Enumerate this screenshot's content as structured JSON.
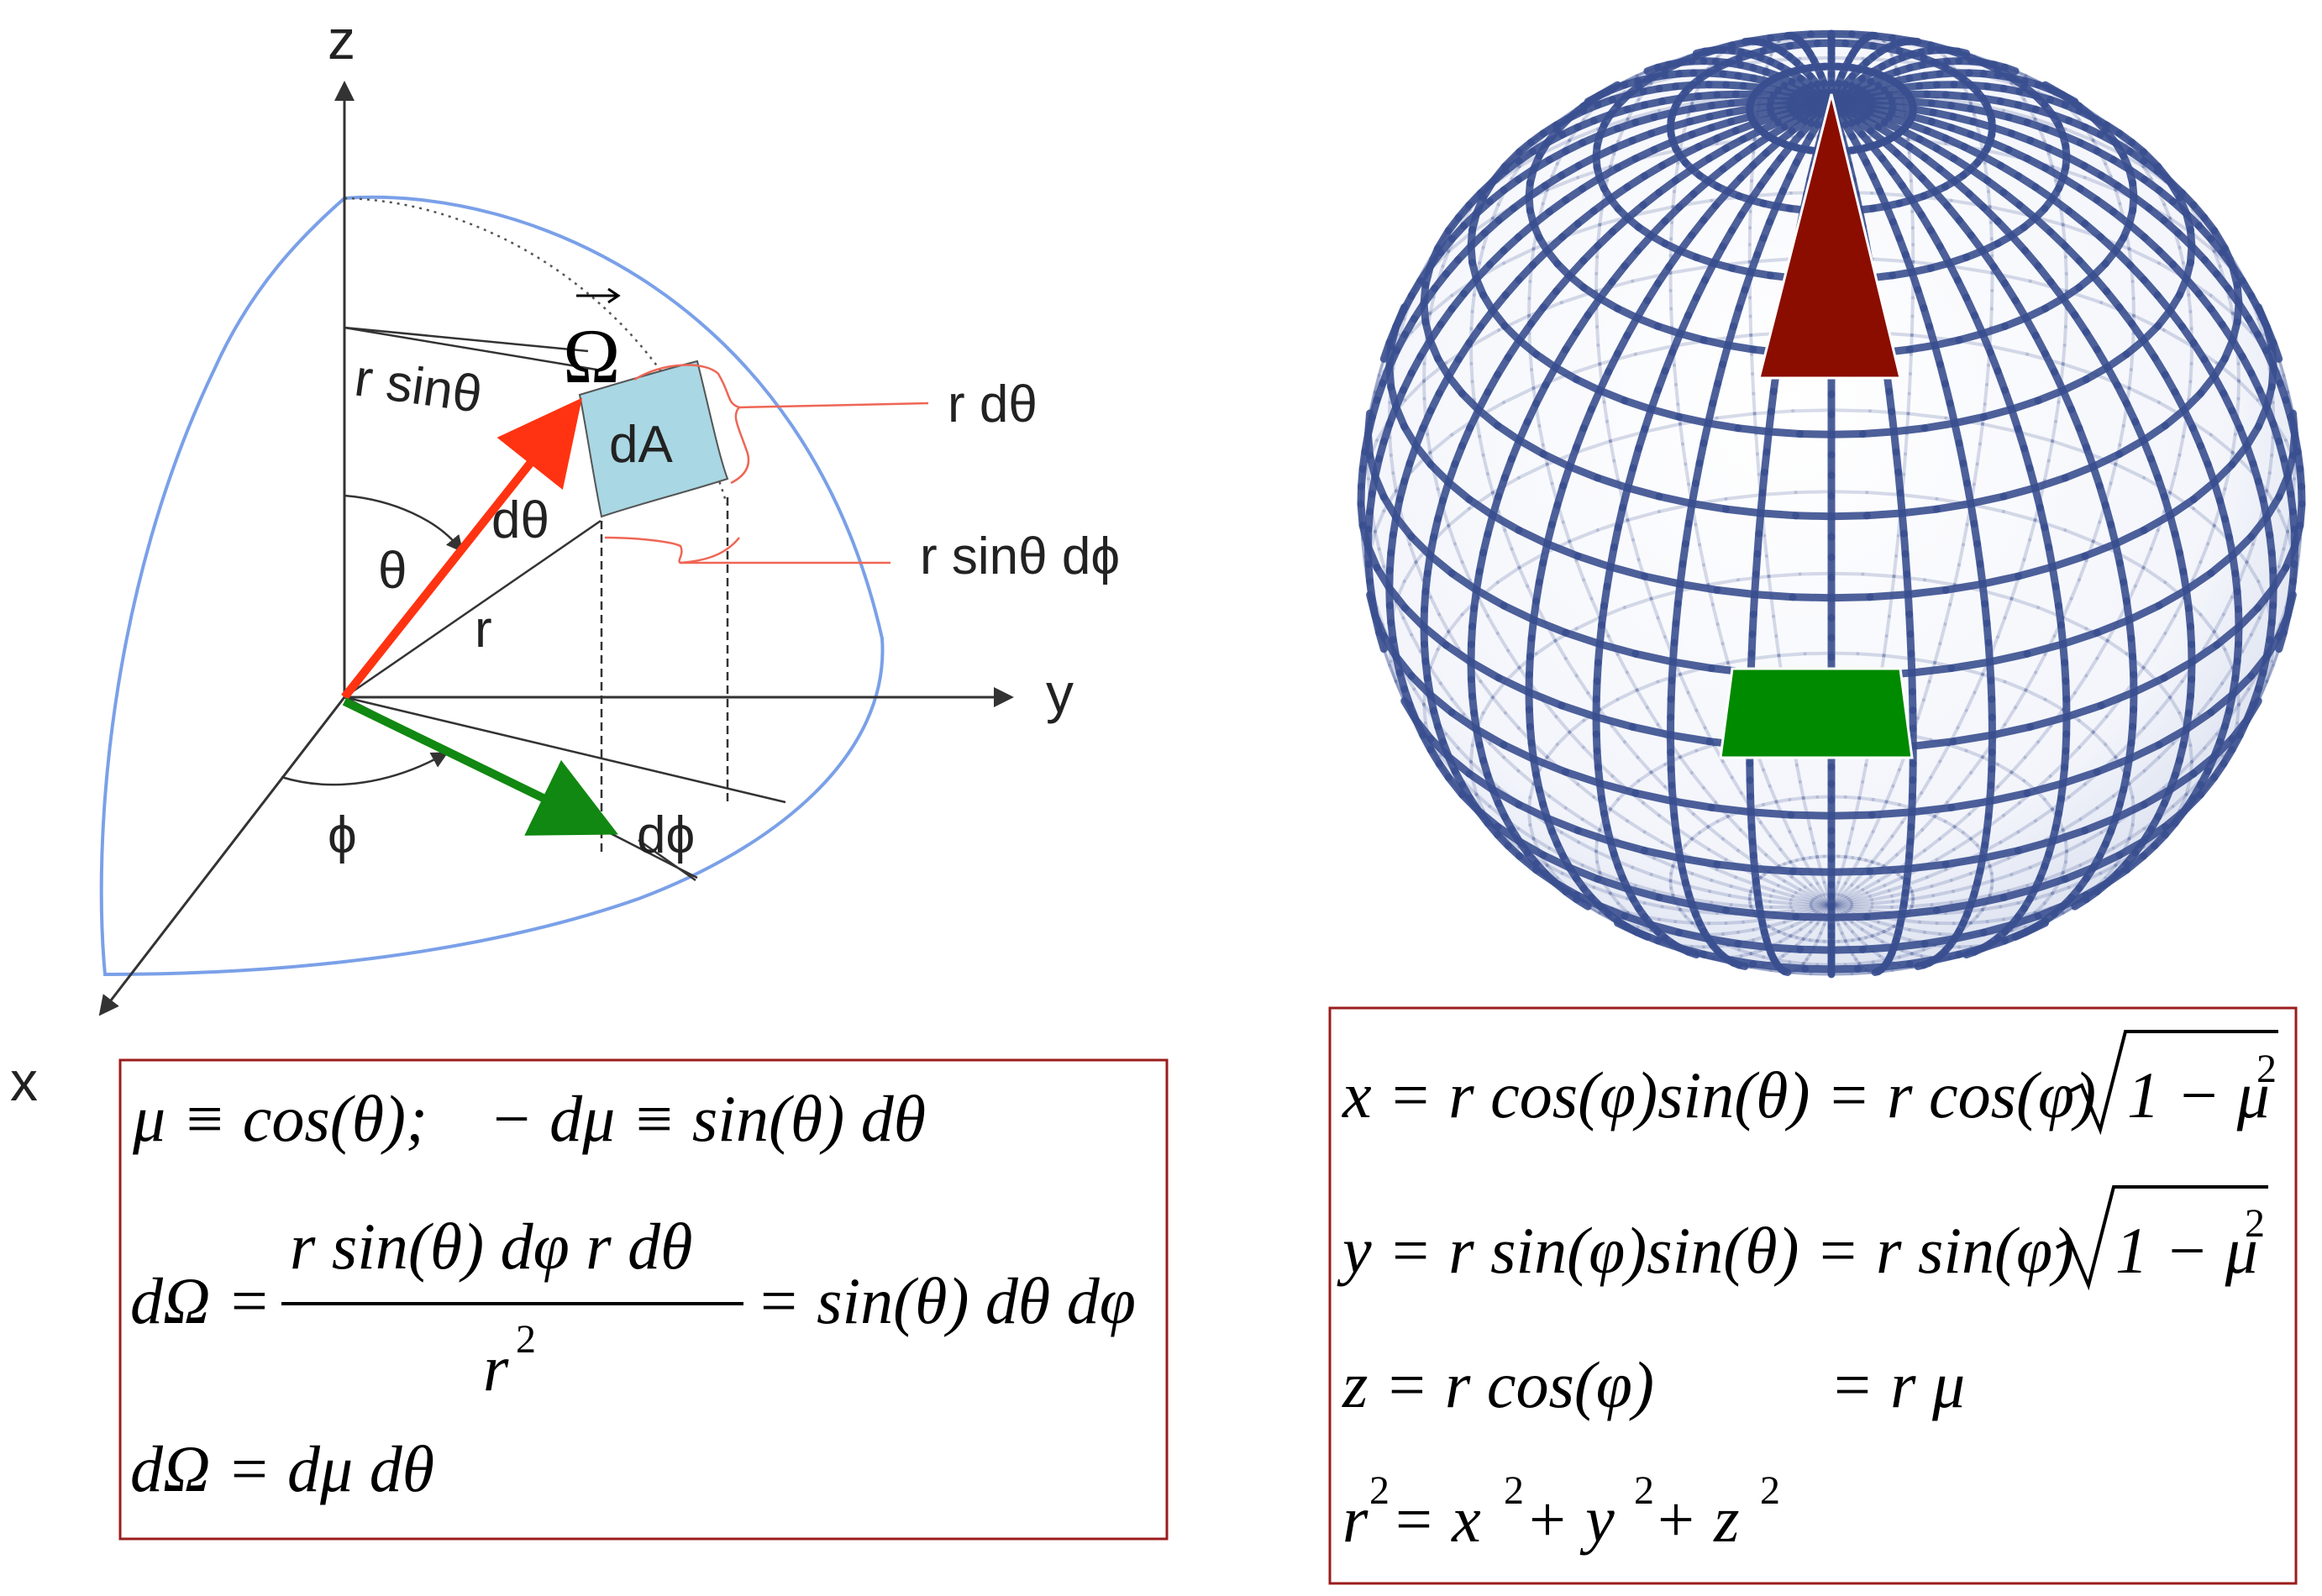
{
  "left_diagram": {
    "axis_labels": {
      "z": "z",
      "y": "y",
      "x": "x"
    },
    "labels": {
      "omega": "Ω",
      "r_sin_theta": "r sinθ",
      "dA": "dA",
      "r_dtheta": "r dθ",
      "dtheta": "dθ",
      "theta": "θ",
      "r_sin_theta_dphi": "r sinθ dϕ",
      "r": "r",
      "phi": "ϕ",
      "dphi": "dϕ"
    },
    "colors": {
      "omega_vector": "#ff3311",
      "phi_vector": "#118811",
      "patch": "#a9d7e3",
      "bracket": "#ee6655",
      "hemisphere": "#7aa0e8"
    }
  },
  "sphere": {
    "colors": {
      "grid": "#3a4f8f",
      "cone": "#8b0d00",
      "patch": "#008a00"
    }
  },
  "left_box": {
    "eq1": {
      "a": "μ ≡ cos(θ);",
      "b": "− dμ ≡ sin(θ) dθ"
    },
    "eq2": {
      "lhs": "dΩ =",
      "num": "r sin(θ) dφ r dθ",
      "den_base": "r",
      "den_exp": "2",
      "rhs": "= sin(θ) dθ dφ"
    },
    "eq3": "dΩ = dμ dθ"
  },
  "right_box": {
    "x": {
      "a": "x = r cos(φ)sin(θ) = r cos(φ)",
      "rad": "1 − μ",
      "exp": "2"
    },
    "y": {
      "a": "y = r sin(φ)sin(θ)  = r sin(φ)",
      "rad": "1 − μ",
      "exp": "2"
    },
    "z": {
      "a": "z = r cos(φ)",
      "b": "= r μ"
    },
    "r": {
      "r": "r",
      "eq": " = x",
      "p1": " + y",
      "p2": " + z",
      "exp": "2"
    }
  }
}
